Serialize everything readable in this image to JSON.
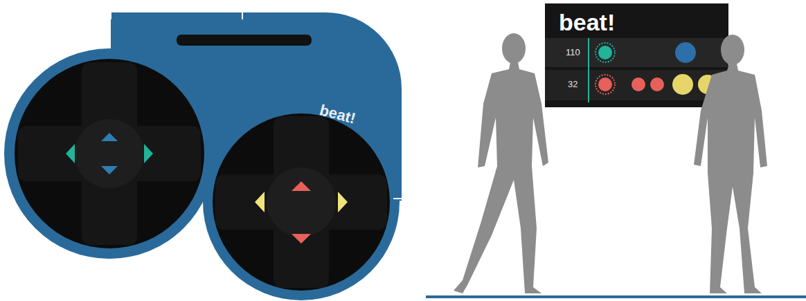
{
  "diagram": {
    "nodes": [
      {
        "text": [
          "beat!"
        ]
      },
      {
        "text": [
          "beat!"
        ]
      },
      {
        "text": [
          "110"
        ],
        "in": 1
      },
      {
        "text": [
          "32"
        ],
        "in": 1
      }
    ]
  }
}
